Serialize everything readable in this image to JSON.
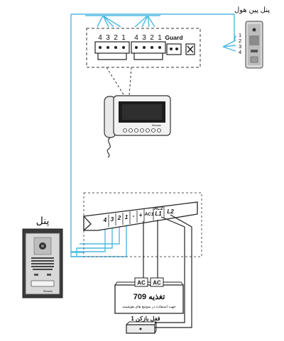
{
  "pin_hole_panel": {
    "title": "پنل پین هول",
    "terminals": [
      "1",
      "2",
      "3",
      "4"
    ]
  },
  "monitor_block": {
    "group_a_terminals": [
      "4",
      "3",
      "2",
      "1"
    ],
    "group_b_terminals": [
      "4",
      "3",
      "2",
      "1"
    ],
    "guard_label": "Guard"
  },
  "monitor": {
    "brand": "Simaran"
  },
  "strip": {
    "terminals": [
      "4",
      "3",
      "2",
      "1",
      "-",
      "+",
      "AC1",
      "AC2",
      "L1",
      "L2"
    ]
  },
  "panel": {
    "title": "پنل",
    "brand": "Simaran"
  },
  "power_supply": {
    "ac_left": "AC",
    "ac_right": "AC",
    "title": "تغذیه 709",
    "subtitle": "جهت استفاده در سوئیچ های هوشمند"
  },
  "lock": {
    "title": "قفل بازکن 1"
  },
  "colors": {
    "wire_blue": "#4fb9e3",
    "line_dark": "#222222",
    "dashed_gray": "#666666"
  }
}
